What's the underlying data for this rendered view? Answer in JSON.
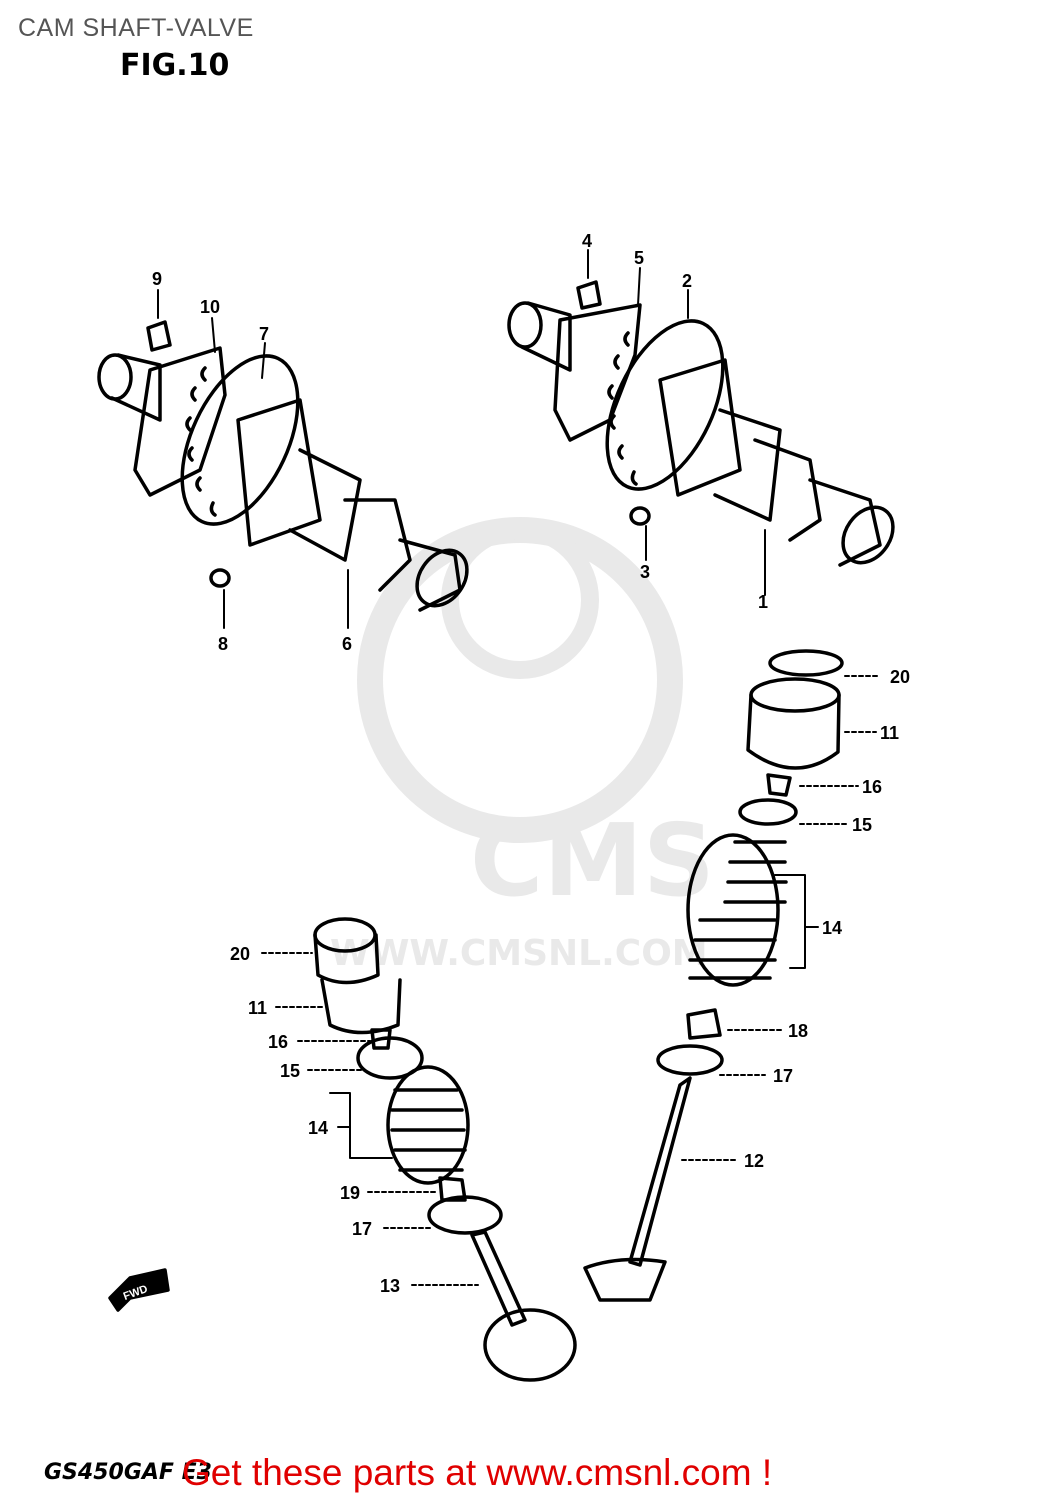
{
  "header": {
    "title": "CAM SHAFT-VALVE",
    "figure": "FIG.10"
  },
  "watermark": {
    "brand": "CMS",
    "url": "WWW.CMSNL.COM"
  },
  "fwd_label": "FWD",
  "footer": {
    "model": "GS450GAF E3",
    "cta": "Get these parts at www.cmsnl.com !"
  },
  "callouts": {
    "c1": "1",
    "c2": "2",
    "c3": "3",
    "c4": "4",
    "c5": "5",
    "c6": "6",
    "c7": "7",
    "c8": "8",
    "c9": "9",
    "c10": "10",
    "c11a": "11",
    "c11b": "11",
    "c12": "12",
    "c13": "13",
    "c14a": "14",
    "c14b": "14",
    "c15a": "15",
    "c15b": "15",
    "c16a": "16",
    "c16b": "16",
    "c17a": "17",
    "c17b": "17",
    "c18": "18",
    "c19": "19",
    "c20a": "20",
    "c20b": "20"
  },
  "colors": {
    "ink": "#000000",
    "title": "#555555",
    "cta": "#e00000",
    "watermark": "#e6e6e6"
  }
}
